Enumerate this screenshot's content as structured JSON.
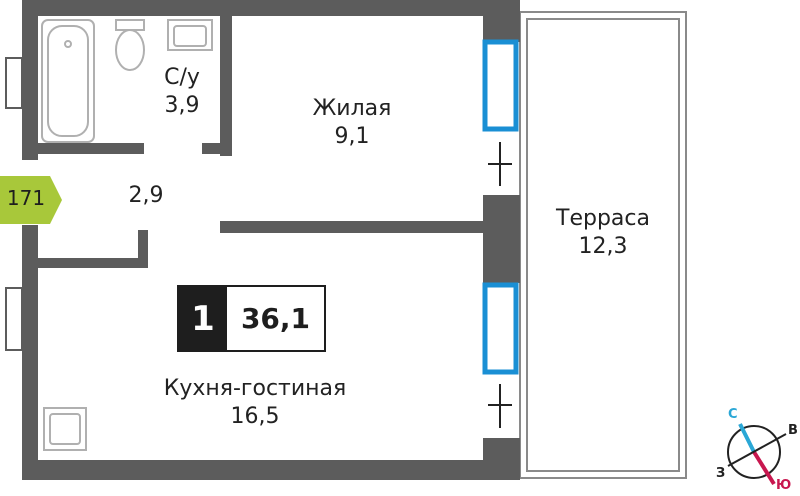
{
  "apartment": {
    "rooms_count": "1",
    "total_area": "36,1",
    "number": "171"
  },
  "rooms": {
    "bathroom": {
      "name": "С/у",
      "area": "3,9"
    },
    "bedroom": {
      "name": "Жилая",
      "area": "9,1"
    },
    "hallway": {
      "name": "",
      "area": "2,9"
    },
    "kitchen_living": {
      "name": "Кухня-гостиная",
      "area": "16,5"
    },
    "terrace": {
      "name": "Терраса",
      "area": "12,3"
    }
  },
  "compass": {
    "north": "С",
    "east": "В",
    "south": "Ю",
    "west": "З"
  },
  "colors": {
    "wall": "#5c5c5c",
    "window": "#1a8fd4",
    "badge": "#a8c83a",
    "compass_north": "#2aa7d6",
    "compass_south": "#c8174f",
    "fixture": "#b0b0b0"
  }
}
